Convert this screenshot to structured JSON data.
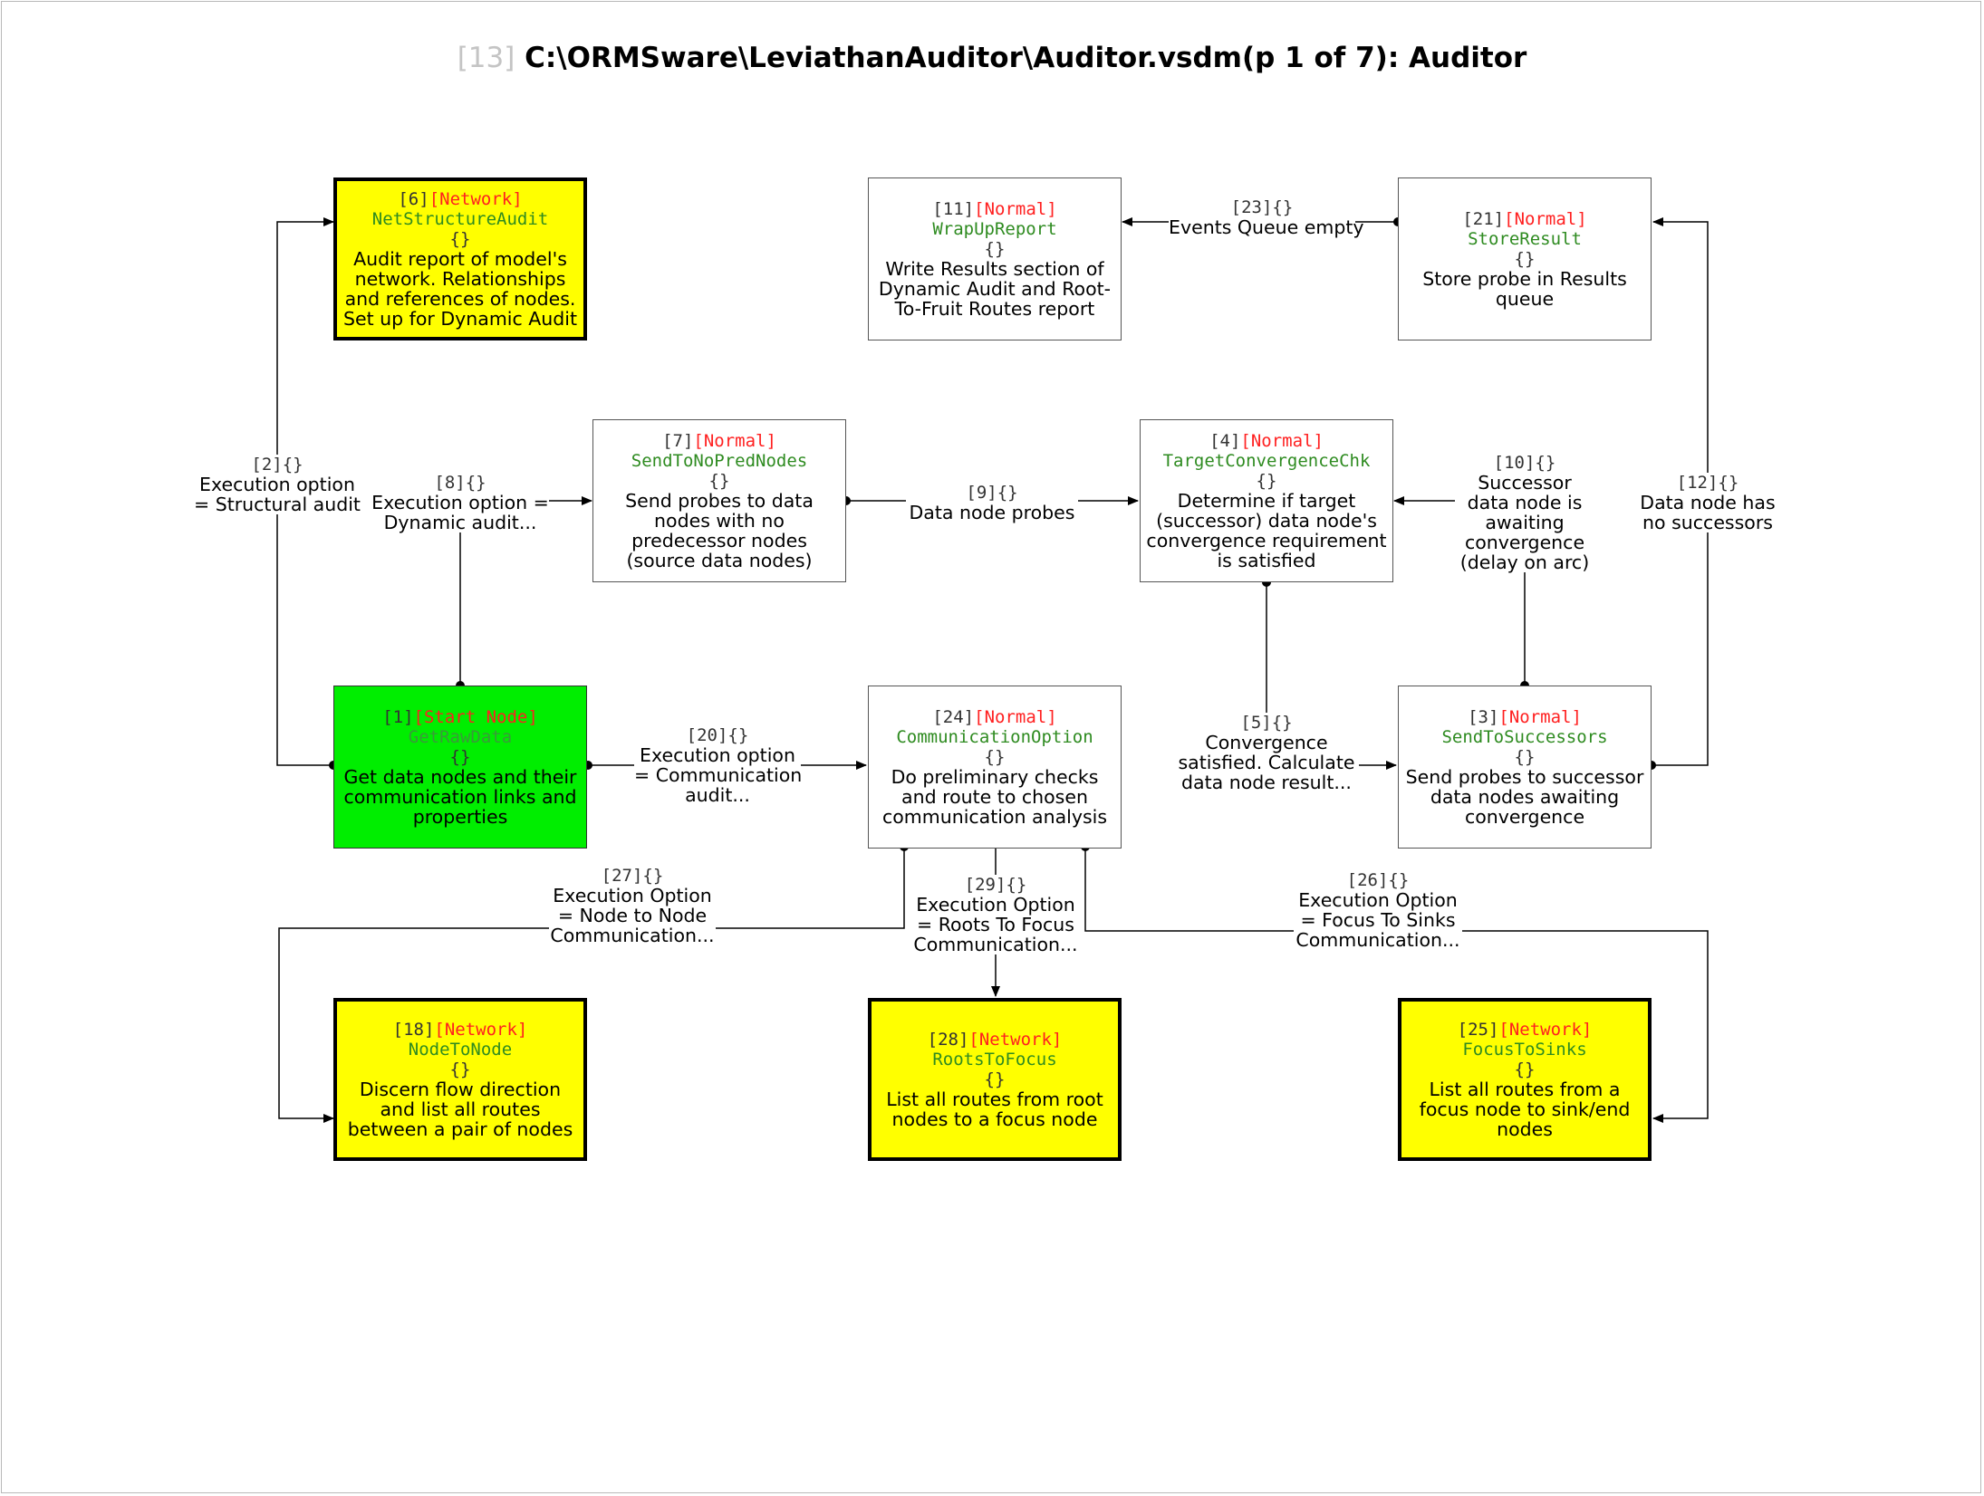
{
  "title": {
    "page_ref": "[13]",
    "text": "C:\\ORMSware\\LeviathanAuditor\\Auditor.vsdm(p 1 of 7): Auditor"
  },
  "nodes": {
    "n6": {
      "id": "[6]",
      "type": "[Network]",
      "name": "NetStructureAudit",
      "braces": "{}",
      "desc": "Audit report of model's network. Relationships and references of nodes. Set up for Dynamic Audit"
    },
    "n11": {
      "id": "[11]",
      "type": "[Normal]",
      "name": "WrapUpReport",
      "braces": "{}",
      "desc": "Write Results section of Dynamic Audit and Root-To-Fruit Routes report"
    },
    "n21": {
      "id": "[21]",
      "type": "[Normal]",
      "name": "StoreResult",
      "braces": "{}",
      "desc": "Store probe in Results queue"
    },
    "n7": {
      "id": "[7]",
      "type": "[Normal]",
      "name": "SendToNoPredNodes",
      "braces": "{}",
      "desc": "Send probes to data nodes with no predecessor nodes (source data nodes)"
    },
    "n4": {
      "id": "[4]",
      "type": "[Normal]",
      "name": "TargetConvergenceChk",
      "braces": "{}",
      "desc": "Determine if target (successor) data node's convergence requirement is satisfied"
    },
    "n1": {
      "id": "[1]",
      "type": "[Start Node]",
      "name": "GetRawData",
      "braces": "{}",
      "desc": "Get data nodes and their communication links and properties"
    },
    "n24": {
      "id": "[24]",
      "type": "[Normal]",
      "name": "CommunicationOption",
      "braces": "{}",
      "desc": "Do preliminary checks and route to chosen communication analysis"
    },
    "n3": {
      "id": "[3]",
      "type": "[Normal]",
      "name": "SendToSuccessors",
      "braces": "{}",
      "desc": "Send probes to successor data nodes awaiting convergence"
    },
    "n18": {
      "id": "[18]",
      "type": "[Network]",
      "name": "NodeToNode",
      "braces": "{}",
      "desc": "Discern flow direction and list all routes between a pair of nodes"
    },
    "n28": {
      "id": "[28]",
      "type": "[Network]",
      "name": "RootsToFocus",
      "braces": "{}",
      "desc": "List all routes from root nodes to a focus node"
    },
    "n25": {
      "id": "[25]",
      "type": "[Network]",
      "name": "FocusToSinks",
      "braces": "{}",
      "desc": "List all routes from a focus node to sink/end nodes"
    }
  },
  "edges": {
    "e2": {
      "id": "[2]{}",
      "lines": [
        "Execution option",
        "= Structural audit"
      ]
    },
    "e8": {
      "id": "[8]{}",
      "lines": [
        "Execution option =",
        "Dynamic audit..."
      ]
    },
    "e9": {
      "id": "[9]{}",
      "lines": [
        "Data node probes"
      ]
    },
    "e23": {
      "id": "[23]{}",
      "lines": [
        "Events Queue empty"
      ]
    },
    "e10": {
      "id": "[10]{}",
      "lines": [
        "Successor",
        "data node is",
        "awaiting",
        "convergence",
        "(delay on arc)"
      ]
    },
    "e12": {
      "id": "[12]{}",
      "lines": [
        "Data node has",
        "no successors"
      ]
    },
    "e20": {
      "id": "[20]{}",
      "lines": [
        "Execution option",
        "= Communication",
        "audit..."
      ]
    },
    "e5": {
      "id": "[5]{}",
      "lines": [
        "Convergence",
        "satisfied. Calculate",
        "data node result..."
      ]
    },
    "e27": {
      "id": "[27]{}",
      "lines": [
        "Execution Option",
        "= Node to Node",
        "Communication..."
      ]
    },
    "e29": {
      "id": "[29]{}",
      "lines": [
        "Execution Option",
        "= Roots To Focus",
        "Communication..."
      ]
    },
    "e26": {
      "id": "[26]{}",
      "lines": [
        "Execution Option",
        "= Focus To Sinks",
        "Communication..."
      ]
    }
  },
  "colors": {
    "network_fill": "#ffff00",
    "start_fill": "#00ee00",
    "type_text": "#ff2020",
    "name_text": "#2e8b20"
  }
}
